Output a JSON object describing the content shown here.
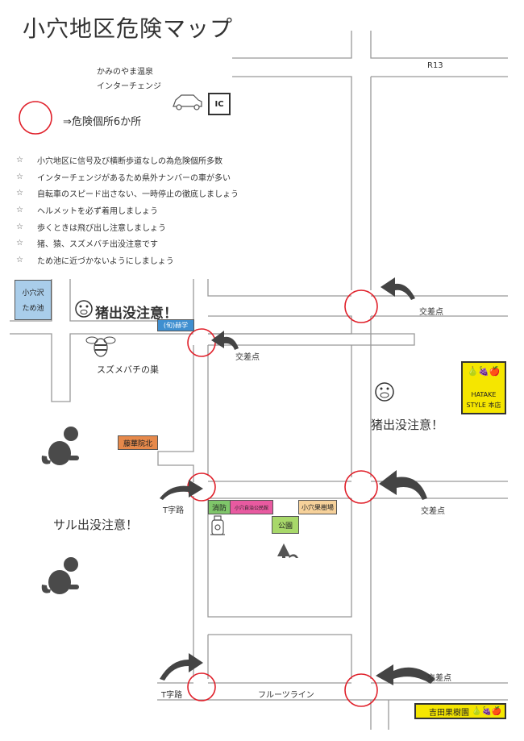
{
  "title": "小穴地区危険マップ",
  "interchange": {
    "line1": "かみのやま温泉",
    "line2": "インターチェンジ",
    "ic_label": "IC"
  },
  "legend": {
    "text": "⇒危険個所6か所"
  },
  "notes": [
    "小穴地区に信号及び横断歩道なしの為危険個所多数",
    "インターチェンジがあるため県外ナンバーの車が多い",
    "自転車のスピード出さない、一時停止の徹底しましょう",
    "ヘルメットを必ず着用しましょう",
    "歩くときは飛び出し注意しましょう",
    "猪、猿、スズメバチ出没注意です",
    "ため池に近づかないようにしましょう"
  ],
  "note_star": "☆",
  "road_labels": {
    "r13": "R13",
    "fruit_line": "フルーツライン"
  },
  "places": {
    "pond": {
      "line1": "小穴沢",
      "line2": "ため池",
      "color": "#a9cdea"
    },
    "shop": {
      "label": "(旬)赫学",
      "color": "#3f8fd0"
    },
    "clinic": {
      "label": "藤華院北",
      "color": "#e6894b"
    },
    "hatake": {
      "label": "HATAKE STYLE 本店",
      "color": "#f5e600"
    },
    "firehouse": {
      "label": "消防",
      "color": "#7fc66a"
    },
    "kominkan": {
      "label": "小穴自治公民館",
      "color": "#e85aa0"
    },
    "orchard_small": {
      "label": "小穴果樹場",
      "color": "#f6d19a"
    },
    "park": {
      "label": "公園",
      "color": "#a8d86a"
    },
    "yoshida": {
      "label": "吉田果樹園",
      "color": "#f5e600"
    }
  },
  "warnings": {
    "boar1": "猪出没注意！",
    "boar2": "猪出没注意！",
    "monkey": "サル出没注意！",
    "hornet": "スズメバチの巣"
  },
  "spot_labels": {
    "cross1": "交差点",
    "cross2": "交差点",
    "cross3": "交差点",
    "cross4": "交差点",
    "t1": "T字路",
    "t2": "T字路"
  },
  "colors": {
    "road": "#9a9a9a",
    "danger": "#e0202a",
    "arrow": "#444444"
  }
}
